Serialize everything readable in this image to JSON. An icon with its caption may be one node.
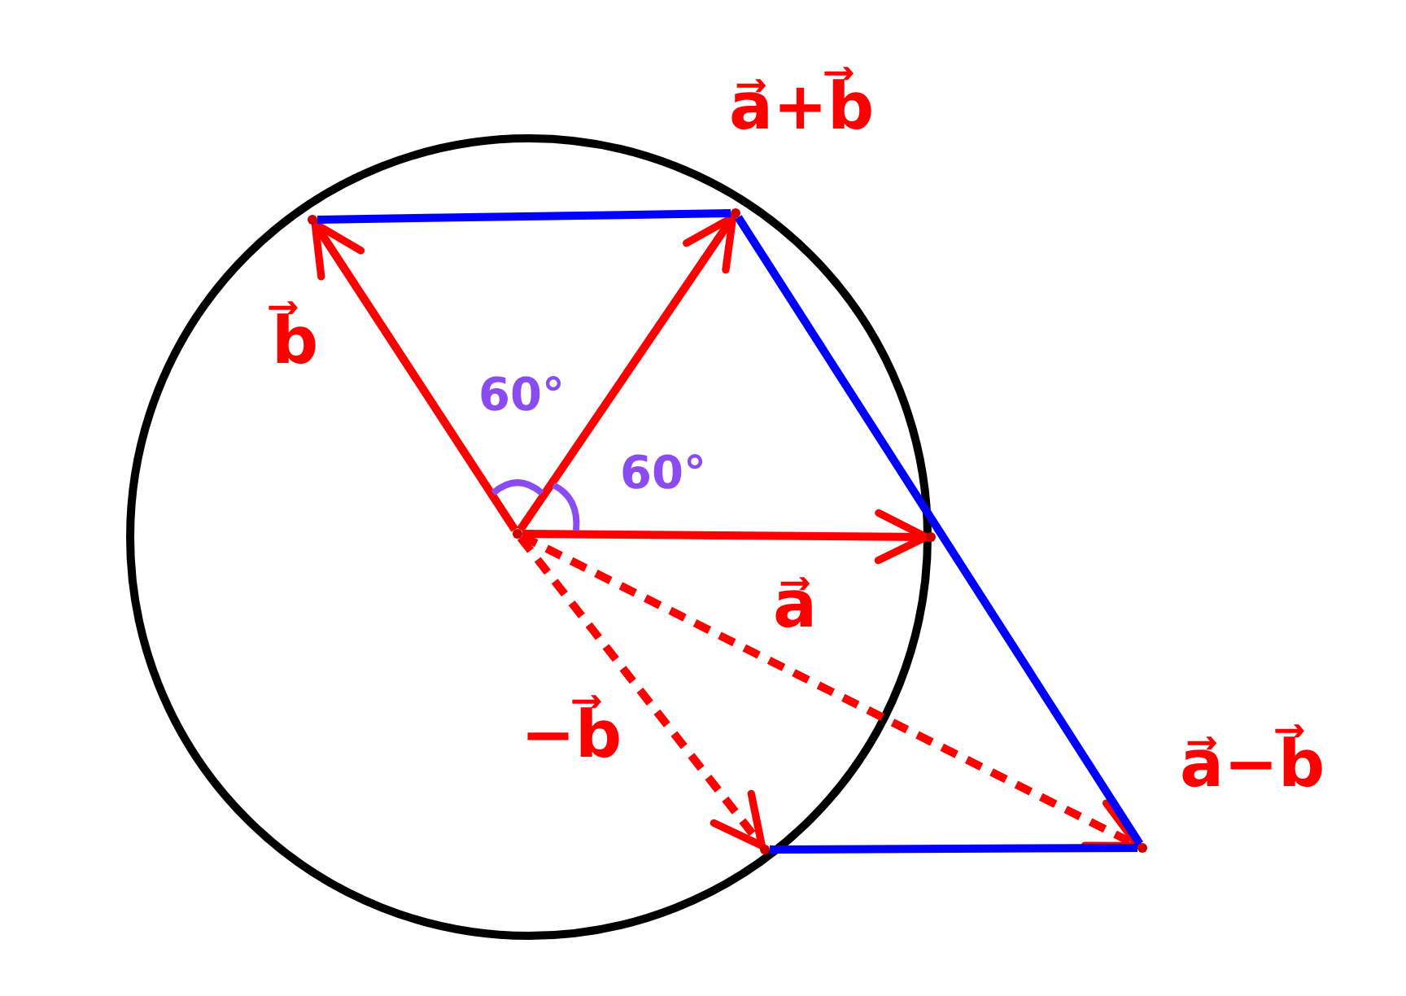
{
  "diagram": {
    "nodes": [
      {
        "text": [],
        "shape": "dot"
      },
      {
        "text": [],
        "shape": "dot"
      },
      {
        "text": [],
        "shape": "dot",
        "beside": [
          "a⃗+b⃗"
        ]
      },
      {
        "text": [],
        "shape": "dot"
      },
      {
        "text": [],
        "shape": "dot"
      },
      {
        "text": [],
        "shape": "dot",
        "beside": [
          "a⃗−b⃗"
        ]
      }
    ],
    "edges": [
      {
        "from": 0,
        "to": 1,
        "arrow": "to",
        "label": "b⃗"
      },
      {
        "from": 0,
        "to": 2,
        "arrow": "to"
      },
      {
        "from": 0,
        "to": 3,
        "arrow": "to",
        "label": "a⃗"
      },
      {
        "from": 0,
        "to": 4,
        "arrow": "to",
        "style": "dashed",
        "label": "−b⃗"
      },
      {
        "from": 0,
        "to": 5,
        "arrow": "to",
        "style": "dashed"
      },
      {
        "from": 1,
        "to": 2,
        "arrow": "none",
        "color": "#0000ff"
      },
      {
        "from": 2,
        "to": 5,
        "arrow": "none",
        "color": "#0000ff"
      },
      {
        "from": 4,
        "to": 5,
        "arrow": "none",
        "color": "#0000ff"
      }
    ],
    "labels": [
      "60°",
      "60°"
    ]
  }
}
